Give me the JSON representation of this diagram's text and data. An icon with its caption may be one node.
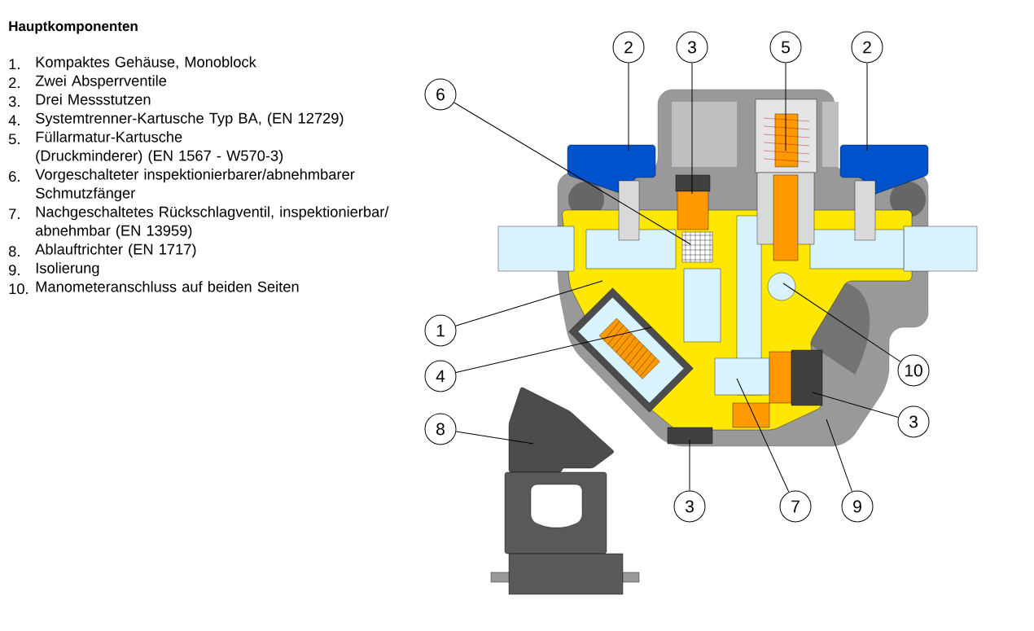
{
  "diagram": {
    "title": "Hauptkomponenten",
    "nodes": [
      {
        "text": [
          "2"
        ]
      },
      {
        "text": [
          "3"
        ]
      },
      {
        "text": [
          "5"
        ]
      },
      {
        "text": [
          "2"
        ]
      },
      {
        "text": [
          "6"
        ]
      },
      {
        "text": [
          "1"
        ]
      },
      {
        "text": [
          "4"
        ]
      },
      {
        "text": [
          "10"
        ]
      },
      {
        "text": [
          "8"
        ]
      },
      {
        "text": [
          "3"
        ]
      },
      {
        "text": [
          "3"
        ]
      },
      {
        "text": [
          "7"
        ]
      },
      {
        "text": [
          "9"
        ]
      }
    ],
    "edges": [
      {
        "from": 0,
        "to": null,
        "arrow": "none"
      },
      {
        "from": 1,
        "to": null,
        "arrow": "none"
      },
      {
        "from": 2,
        "to": null,
        "arrow": "none"
      },
      {
        "from": 3,
        "to": null,
        "arrow": "none"
      },
      {
        "from": 4,
        "to": null,
        "arrow": "none"
      },
      {
        "from": 5,
        "to": null,
        "arrow": "none"
      },
      {
        "from": 6,
        "to": null,
        "arrow": "none"
      },
      {
        "from": 7,
        "to": null,
        "arrow": "none"
      },
      {
        "from": 8,
        "to": null,
        "arrow": "none"
      },
      {
        "from": 9,
        "to": null,
        "arrow": "none"
      },
      {
        "from": 10,
        "to": null,
        "arrow": "none"
      },
      {
        "from": 11,
        "to": null,
        "arrow": "none"
      },
      {
        "from": 12,
        "to": null,
        "arrow": "none"
      }
    ],
    "labels": [
      "1.",
      "Kompaktes Gehäuse, Monoblock",
      "2.",
      "Zwei Absperrventile",
      "3.",
      "Drei Messstutzen",
      "4.",
      "Systemtrenner-Kartusche Typ BA, (EN 12729)",
      "5.",
      "Füllarmatur-Kartusche (Druckminderer) (EN 1567 - W570-3)",
      "6.",
      "Vorgeschalteter inspektionierbarer/abnehmbarer Schmutzfänger",
      "7.",
      "Nachgeschaltetes Rückschlagventil, inspektionierbar/ abnehmbar (EN 13959)",
      "8.",
      "Ablauftrichter (EN 1717)",
      "9.",
      "Isolierung",
      "10.",
      "Manometeranschluss auf beiden Seiten"
    ]
  }
}
